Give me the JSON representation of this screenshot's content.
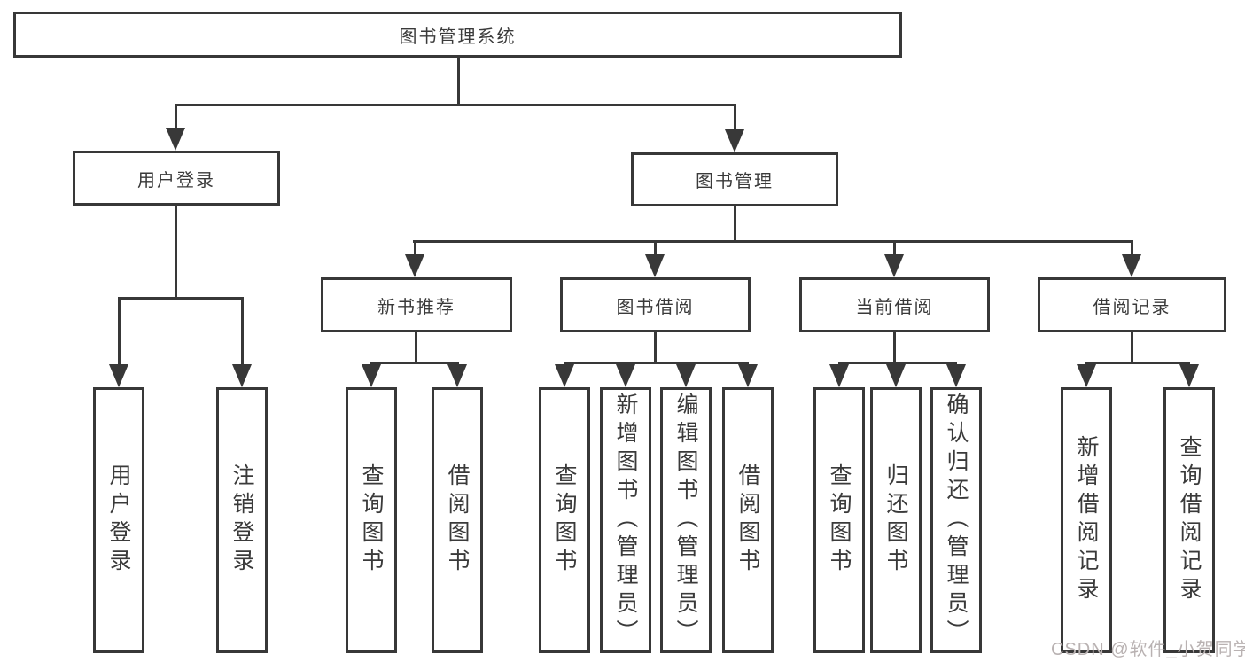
{
  "diagram": {
    "root_label": "图书管理系统",
    "user_login_branch": {
      "label": "用户登录",
      "children": [
        "用户登录",
        "注销登录"
      ]
    },
    "book_mgmt_branch": {
      "label": "图书管理",
      "sections": [
        {
          "label": "新书推荐",
          "children": [
            "查询图书",
            "借阅图书"
          ]
        },
        {
          "label": "图书借阅",
          "children": [
            "查询图书",
            "新增图书（管理员）",
            "编辑图书（管理员）",
            "借阅图书"
          ]
        },
        {
          "label": "当前借阅",
          "children": [
            "查询图书",
            "归还图书",
            "确认归还（管理员）"
          ]
        },
        {
          "label": "借阅记录",
          "children": [
            "新增借阅记录",
            "查询借阅记录"
          ]
        }
      ]
    }
  },
  "watermark": {
    "text": "CSDN @软件_小贺同学"
  },
  "colors": {
    "line": "#383838",
    "box_border": "#383838",
    "label_text": "#3a3a3a",
    "watermark_text": "#b9b2b2",
    "background": "#ffffff"
  }
}
